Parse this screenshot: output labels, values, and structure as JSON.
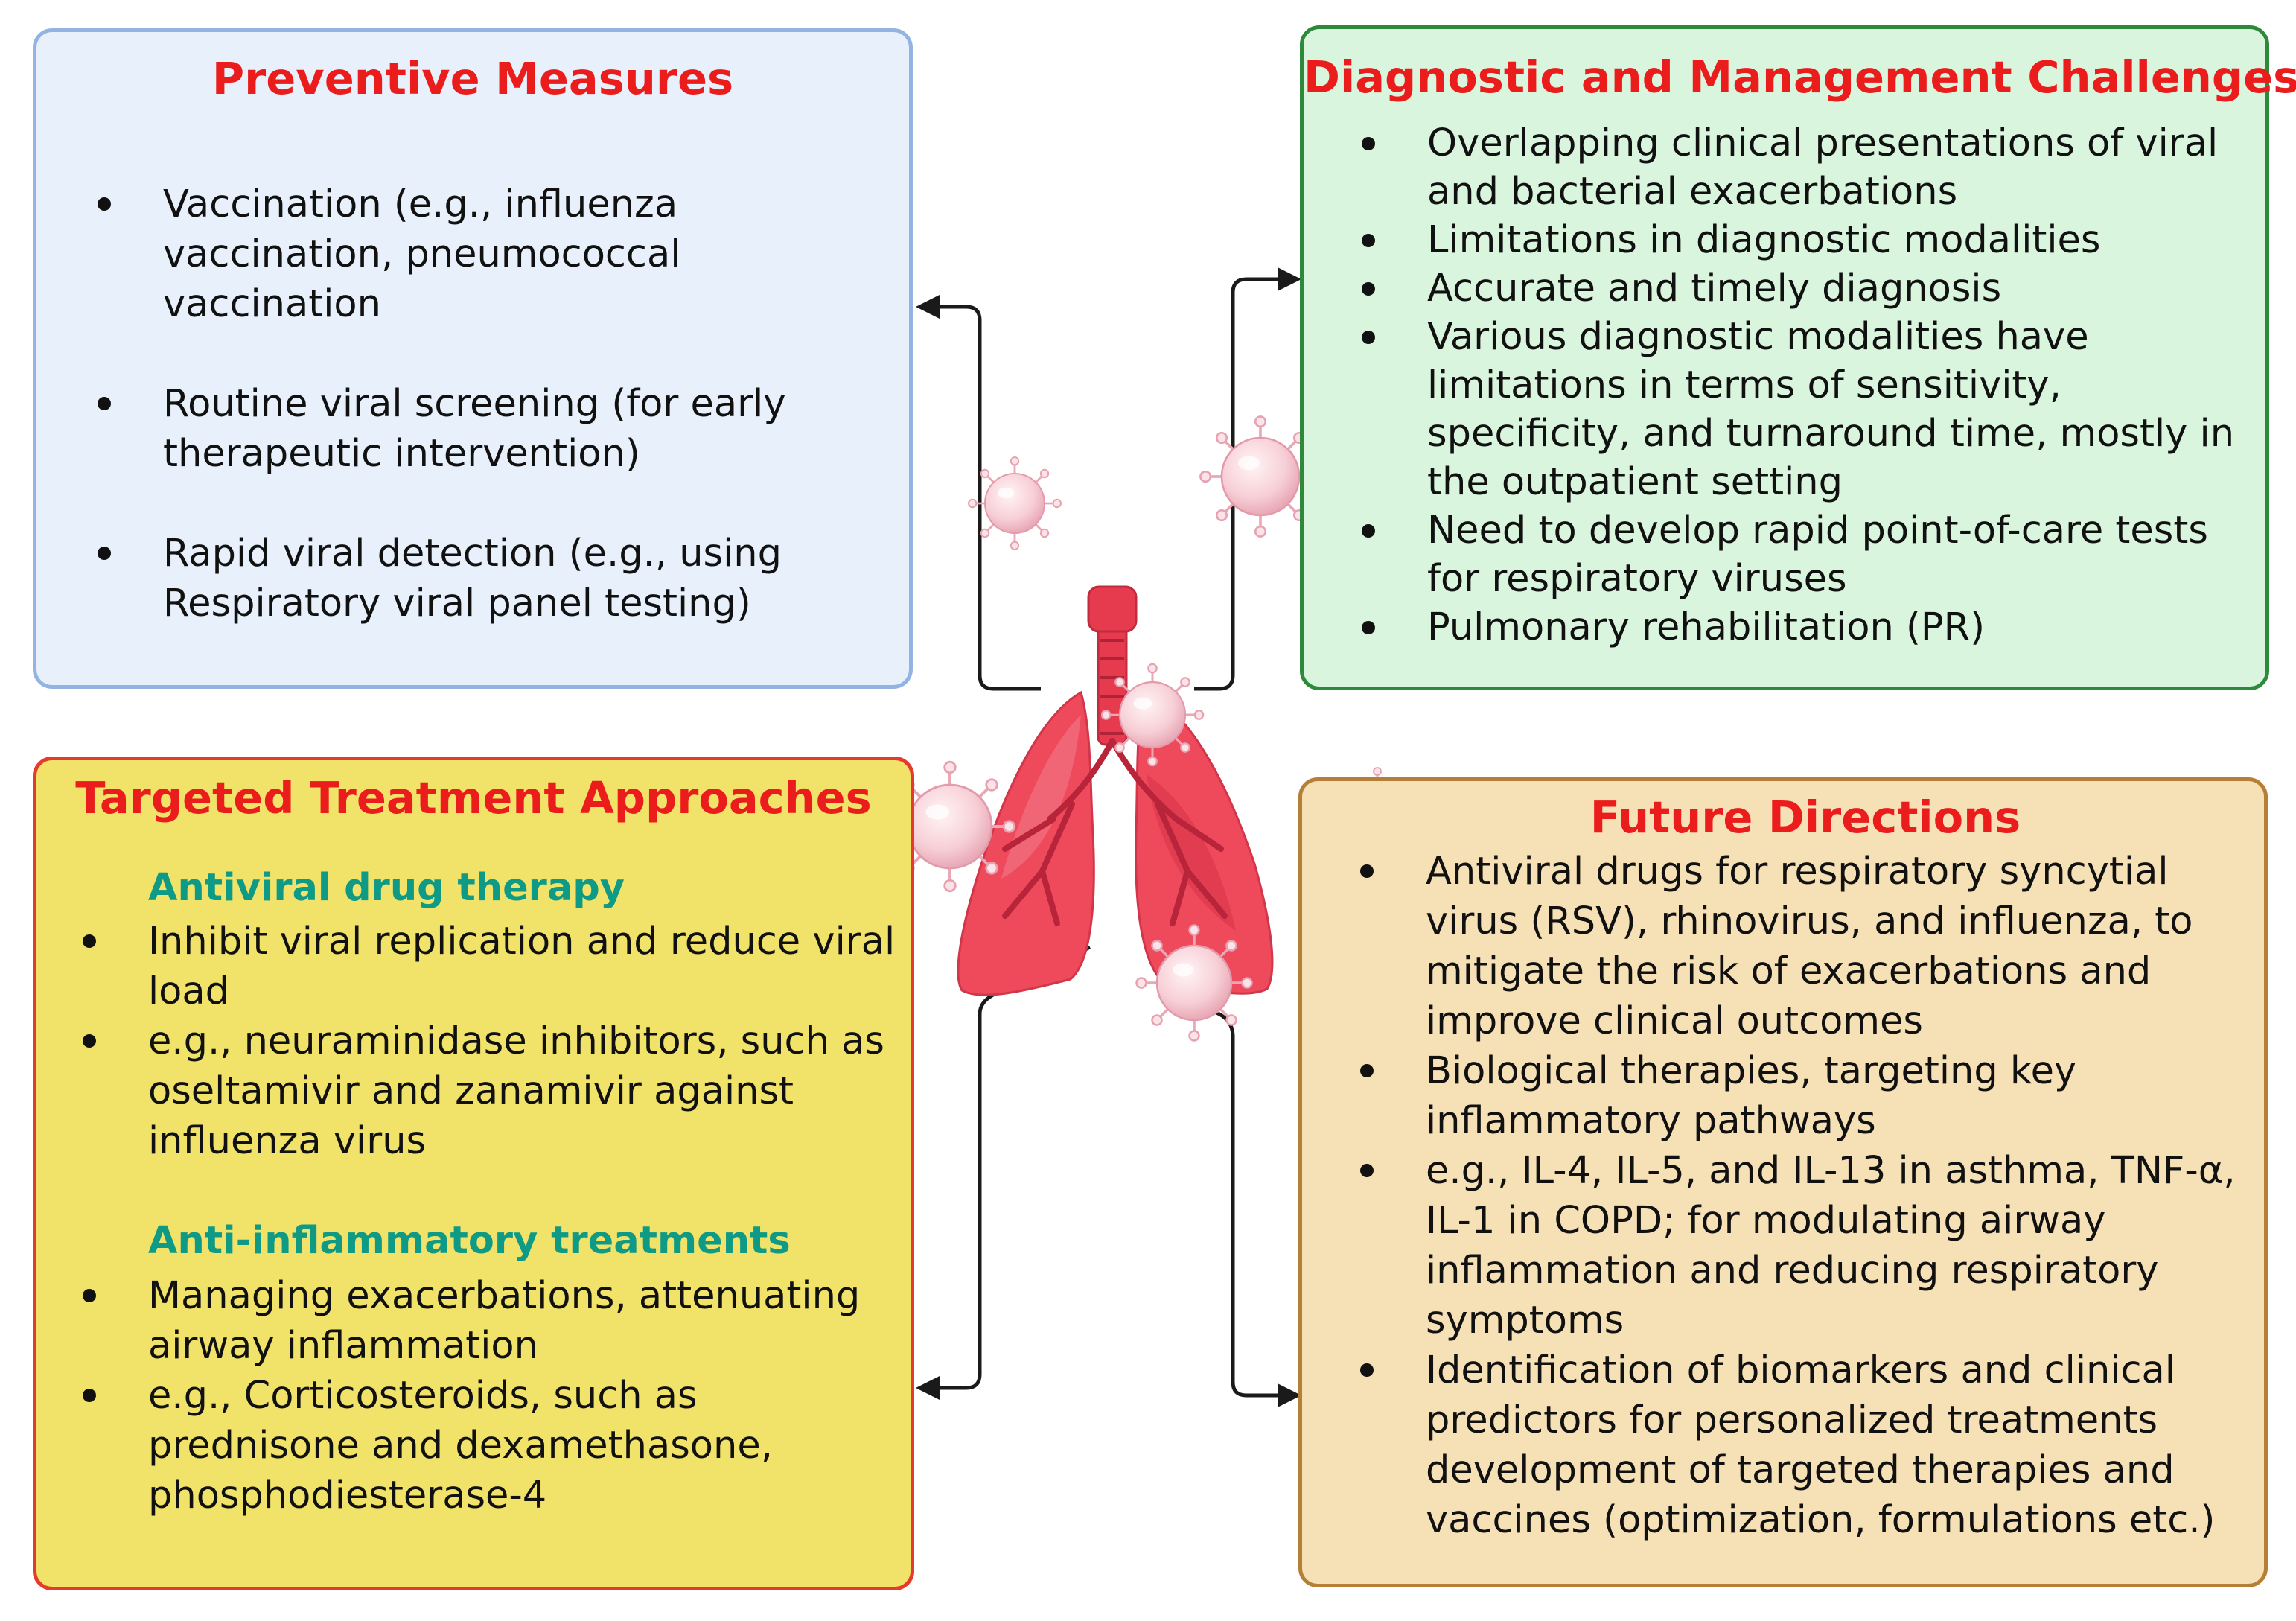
{
  "preventive": {
    "title": "Preventive Measures",
    "items": [
      "Vaccination (e.g., influenza vaccination, pneumococcal vaccination",
      "Routine viral screening (for early therapeutic intervention)",
      "Rapid viral detection (e.g., using Respiratory viral panel testing)"
    ]
  },
  "diagnostic": {
    "title": "Diagnostic and Management Challenges",
    "items": [
      "Overlapping clinical presentations of viral and bacterial exacerbations",
      "Limitations in diagnostic modalities",
      "Accurate and timely diagnosis",
      "Various diagnostic modalities have limitations in terms of sensitivity, specificity, and turnaround time, mostly in the outpatient setting",
      "Need to develop rapid point-of-care tests for respiratory viruses",
      "Pulmonary rehabilitation (PR)"
    ]
  },
  "treatment": {
    "title": "Targeted Treatment Approaches",
    "antiviral_heading": "Antiviral drug therapy",
    "antiviral_items": [
      "Inhibit viral replication and reduce viral load",
      "e.g., neuraminidase inhibitors, such as oseltamivir and zanamivir against influenza virus"
    ],
    "antiinflammatory_heading": "Anti-inflammatory treatments",
    "antiinflammatory_items": [
      "Managing exacerbations, attenuating airway inflammation",
      "e.g., Corticosteroids, such as prednisone and dexamethasone, phosphodiesterase-4"
    ]
  },
  "future": {
    "title": "Future Directions",
    "items": [
      "Antiviral drugs for respiratory syncytial virus (RSV), rhinovirus, and influenza, to mitigate  the risk of exacerbations and improve clinical outcomes",
      "Biological therapies, targeting key inflammatory pathways",
      "e.g., IL-4, IL-5, and IL-13 in asthma, TNF-α, IL-1 in COPD; for modulating airway inflammation and reducing respiratory symptoms",
      "Identification of biomarkers and clinical predictors for personalized treatments development of targeted therapies and vaccines (optimization, formulations etc.)"
    ]
  },
  "colors": {
    "title_red": "#ea1c1c",
    "subheading_teal": "#0f9a86",
    "lung_red": "#ee4a5c",
    "virus_pink": "#f5c9d1"
  }
}
